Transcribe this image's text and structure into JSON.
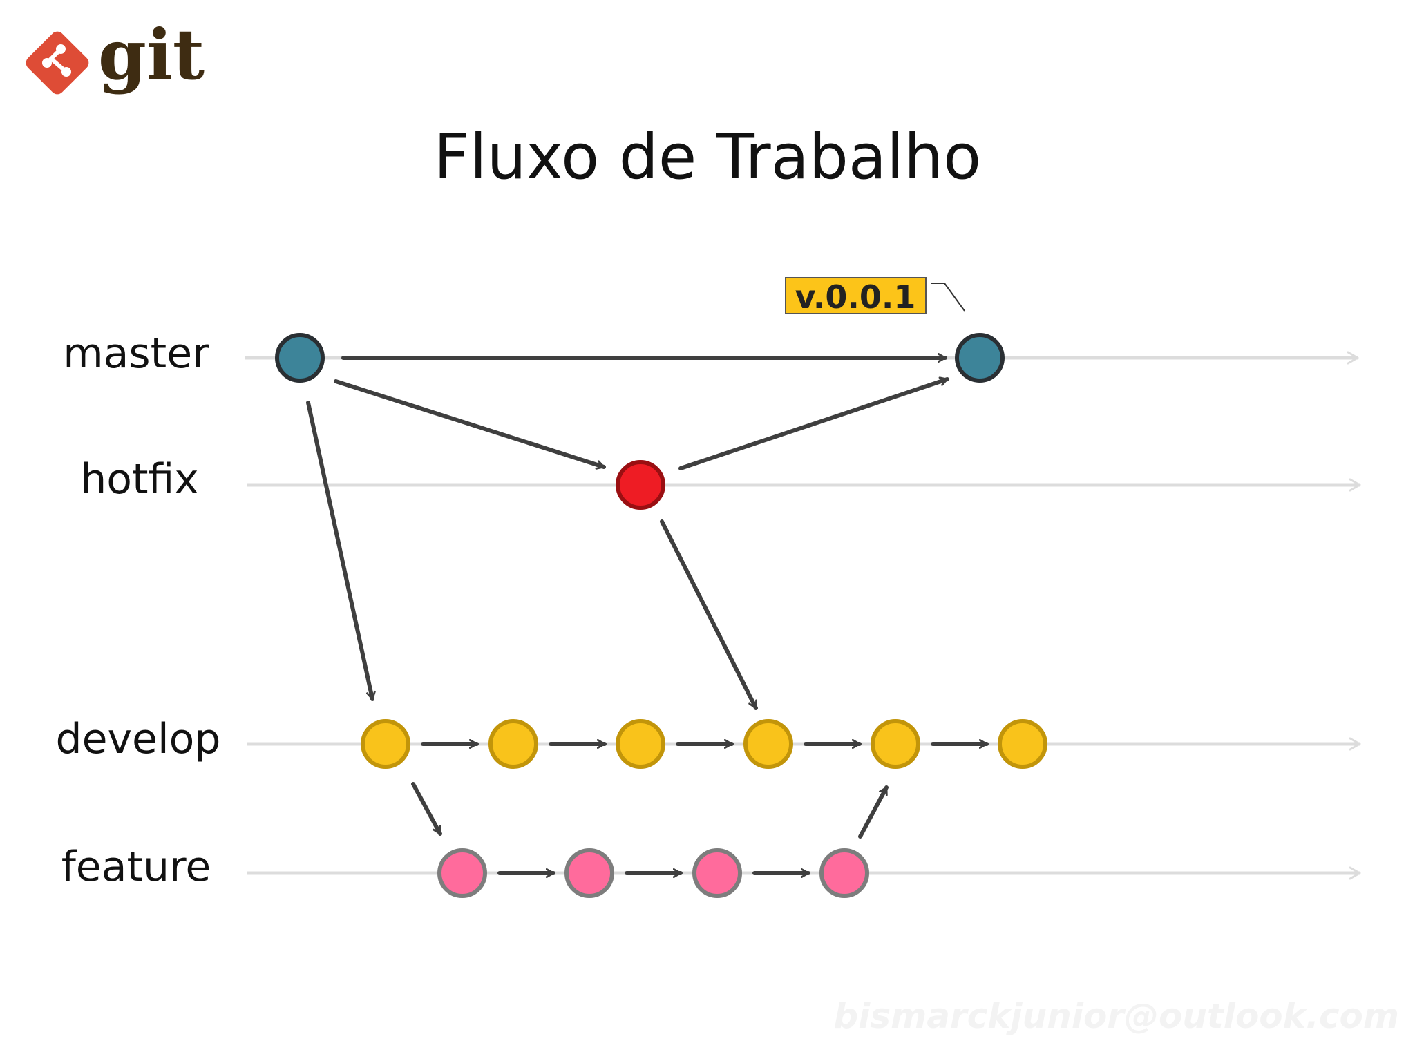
{
  "logo": {
    "word": "git",
    "brand_color": "#de4c36",
    "word_color": "#3e2c12",
    "icon": "git-branch-diamond-icon"
  },
  "title": "Fluxo de Trabalho",
  "branches": [
    {
      "id": "master",
      "label": "master"
    },
    {
      "id": "hotfix",
      "label": "hotfix"
    },
    {
      "id": "develop",
      "label": "develop"
    },
    {
      "id": "feature",
      "label": "feature"
    }
  ],
  "commit_colors": {
    "master": {
      "fill": "#3d8499",
      "stroke": "#2a2f33"
    },
    "hotfix": {
      "fill": "#ee1c24",
      "stroke": "#9a0f12"
    },
    "develop": {
      "fill": "#f9c31b",
      "stroke": "#c2950a"
    },
    "feature": {
      "fill": "#ff6b9c",
      "stroke": "#7d7d7d"
    }
  },
  "commit_counts": {
    "master": 2,
    "hotfix": 1,
    "develop": 6,
    "feature": 4
  },
  "tag": {
    "label": "v.0.0.1",
    "fill": "#fcc419",
    "stroke": "#555555"
  },
  "colors": {
    "lane_line": "#dcdcdc",
    "arrow": "#3f3f3f"
  },
  "watermark": "bismarckjunior@outlook.com"
}
